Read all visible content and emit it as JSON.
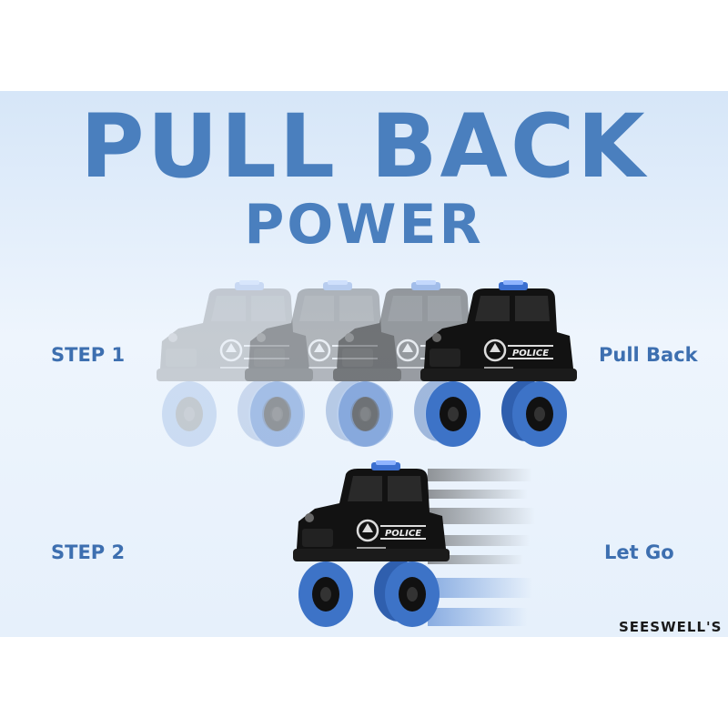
{
  "headline": {
    "line1": "PULL BACK",
    "line2": "POWER"
  },
  "steps": [
    {
      "label": "STEP 1",
      "action": "Pull Back"
    },
    {
      "label": "STEP 2",
      "action": "Let Go"
    }
  ],
  "truck_decal": "POLICE",
  "brand": "SEESWELL'S",
  "colors": {
    "title": "#4a7fbe",
    "label": "#3d6fb0",
    "panel_top": "#d6e6f8",
    "panel_bottom": "#e6f0fb",
    "truck_body": "#111111",
    "wheel": "#3d73c7"
  }
}
